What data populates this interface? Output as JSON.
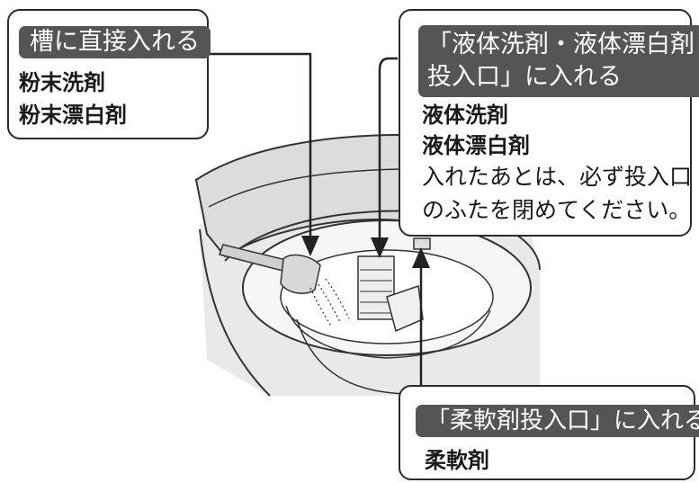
{
  "callouts": {
    "tub_direct": {
      "tag": "槽に直接入れる",
      "items": [
        "粉末洗剤",
        "粉末漂白剤"
      ]
    },
    "liquid_inlet": {
      "tag_line1": "「液体洗剤・液体漂白剤",
      "tag_line2": "投入口」に入れる",
      "items": [
        "液体洗剤",
        "液体漂白剤"
      ],
      "note_line1": "入れたあとは、必ず投入口",
      "note_line2": "のふたを閉めてください。"
    },
    "softener_inlet": {
      "tag": "「柔軟剤投入口」に入れる",
      "items": [
        "柔軟剤"
      ]
    }
  },
  "colors": {
    "tag_background": "#555555",
    "outline": "#2b2b2b",
    "machine_fill": "#e9e9e9"
  }
}
